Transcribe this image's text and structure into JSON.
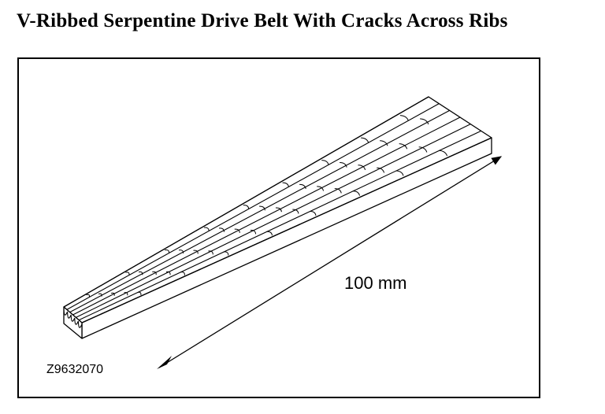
{
  "page": {
    "title": "V-Ribbed Serpentine Drive Belt With Cracks Across Ribs"
  },
  "figure": {
    "dimension_label": "100 mm",
    "reference_code": "Z9632070",
    "icon": "ribbed-belt-illustration",
    "stroke_color": "#000000"
  }
}
